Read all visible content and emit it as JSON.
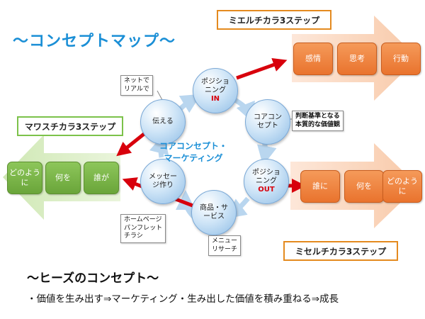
{
  "title": "〜コンセプトマップ〜",
  "groups": {
    "mieru": {
      "label": "ミエルチカラ3ステップ",
      "items": [
        "感情",
        "思考",
        "行動"
      ]
    },
    "miseru": {
      "label": "ミセルチカラ3ステップ",
      "items": [
        "誰に",
        "何を",
        "どのように"
      ]
    },
    "mawasu": {
      "label": "マワスチカラ3ステップ",
      "items": [
        "どのように",
        "何を",
        "誰が"
      ]
    }
  },
  "center": {
    "line1": "コアコンセプト・",
    "line2": "マーケティング"
  },
  "cycle": {
    "positioning_in": {
      "text": "ポジショニング",
      "tag": "IN"
    },
    "core_concept": {
      "text": "コアコンセプト"
    },
    "positioning_out": {
      "text": "ポジショニング",
      "tag": "OUT"
    },
    "product_service": {
      "text": "商品・サービス"
    },
    "message": {
      "text": "メッセージ作り"
    },
    "tsutaeru": {
      "text": "伝える"
    }
  },
  "notes": {
    "net_real": [
      "ネットで",
      "リアルで"
    ],
    "judgment": [
      "判断基準となる",
      "本質的な価値観"
    ],
    "homepage": [
      "ホームページ",
      "パンフレット",
      "チラシ"
    ],
    "menu": [
      "メニュー",
      "リサーチ"
    ]
  },
  "footer": {
    "title": "〜ヒーズのコンセプト〜",
    "desc": "・価値を生み出す⇒マーケティング・生み出した価値を積み重ねる⇒成長"
  },
  "colors": {
    "title_blue": "#1b8fd6",
    "green": "#7cc24a",
    "orange": "#e9732e",
    "red_arrow": "#d8000c",
    "circle_blue": "#8fbde6"
  }
}
